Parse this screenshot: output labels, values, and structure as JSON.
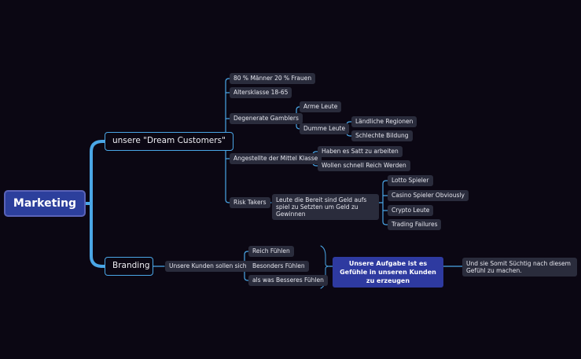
{
  "mindmap": {
    "root": "Marketing",
    "branch_customers": "unsere \"Dream Customers\"",
    "branch_branding": "Branding",
    "customers": {
      "gender": "80 % Männer 20 % Frauen",
      "age": "Altersklasse 18-65",
      "gamblers": "Degenerate Gamblers",
      "gamblers_poor": "Arme Leute",
      "gamblers_dumb": "Dumme Leute",
      "dumb_rural": "Ländliche Regionen",
      "dumb_education": "Schlechte Bildung",
      "employees": "Angestellte der Mittel Klasse",
      "employees_tired": "Haben es Satt zu arbeiten",
      "employees_rich": "Wollen schnell Reich Werden",
      "risk": "Risk Takers",
      "risk_desc": "Leute die Bereit sind Geld aufs spiel zu Setzten um Geld zu Gewinnen",
      "risk_lotto": "Lotto Spieler",
      "risk_casino": "Casino Spieler Obviously",
      "risk_crypto": "Crypto Leute",
      "risk_trading": "Trading Failures"
    },
    "branding": {
      "feel_intro": "Unsere Kunden sollen sich :",
      "feel_rich": "Reich Fühlen",
      "feel_special": "Besonders Fühlen",
      "feel_better": "als was Besseres Fühlen",
      "task": "Unsere Aufgabe ist es Gefühle in unseren Kunden zu erzeugen",
      "addiction": "Und sie Somit Süchtig nach diesem Gefühl zu machen."
    }
  },
  "colors": {
    "background": "#0b0713",
    "root_fill": "#2c3f9c",
    "connector": "#4aa6e6",
    "leaf_fill": "#2a2c3c"
  }
}
